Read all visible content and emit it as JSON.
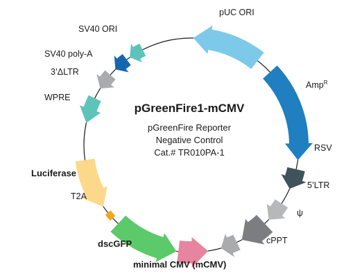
{
  "plasmid": {
    "title": "pGreenFire1-mCMV",
    "subtitle_lines": [
      "pGreenFire Reporter",
      "Negative Control",
      "Cat.# TR010PA-1"
    ]
  },
  "features": [
    {
      "id": "puc-ori",
      "label": "pUC ORI",
      "color": "#7dc9ea"
    },
    {
      "id": "amp",
      "label": "Amp",
      "sup": "R",
      "color": "#1f7fc0"
    },
    {
      "id": "rsv",
      "label": "RSV",
      "color": "#40525c"
    },
    {
      "id": "5ltr",
      "label": "5’LTR",
      "color": "#b6b8ba"
    },
    {
      "id": "psi",
      "label": "ψ",
      "color": "#7b7d80"
    },
    {
      "id": "cppt",
      "label": "cPPT",
      "color": "#a9abad"
    },
    {
      "id": "mcmv",
      "label": "minimal CMV (mCMV)",
      "color": "#e7849f",
      "bold": true
    },
    {
      "id": "dscgfp",
      "label": "dscGFP",
      "color": "#5cc96a",
      "bold": true
    },
    {
      "id": "t2a",
      "label": "T2A",
      "color": "#f2a81d"
    },
    {
      "id": "luciferase",
      "label": "Luciferase",
      "color": "#fcd98a",
      "bold": true
    },
    {
      "id": "wpre",
      "label": "WPRE",
      "color": "#5ec4b9"
    },
    {
      "id": "3ltr",
      "label": "3’ΔLTR",
      "color": "#a9abad"
    },
    {
      "id": "sv40-polya",
      "label": "SV40 poly-A",
      "color": "#1566b0"
    },
    {
      "id": "sv40-ori",
      "label": "SV40 ORI",
      "color": "#5ec4b9"
    }
  ]
}
